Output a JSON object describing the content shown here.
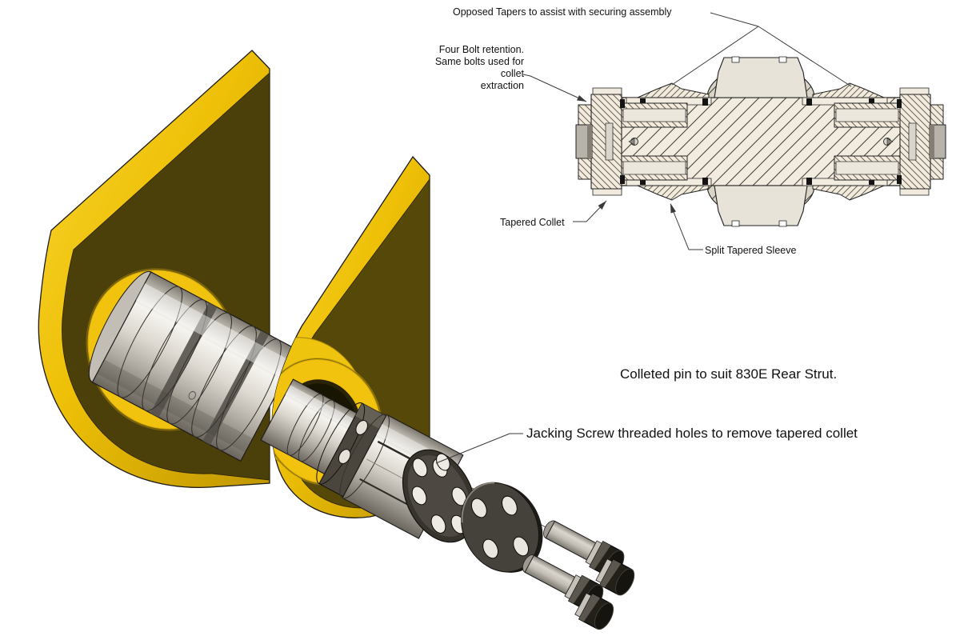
{
  "figure": {
    "caption": "Colleted pin to suit 830E Rear Strut.",
    "callouts": {
      "opposed_tapers": "Opposed Tapers to assist with securing assembly",
      "four_bolt": [
        "Four Bolt retention.",
        "Same bolts used for collet",
        "extraction"
      ],
      "tapered_collet": "Tapered Collet",
      "split_tapered_sleeve": "Split Tapered Sleeve",
      "jacking_screw": "Jacking Screw threaded holes to remove tapered collet"
    },
    "colors": {
      "plate_yellow": "#F1C30E",
      "plate_face_olive": "#4C400A",
      "metal_light": "#DCD8D0",
      "dark_hardware": "#232019",
      "section_fill": "#F2EBDF",
      "line": "#1A1A1A"
    }
  }
}
